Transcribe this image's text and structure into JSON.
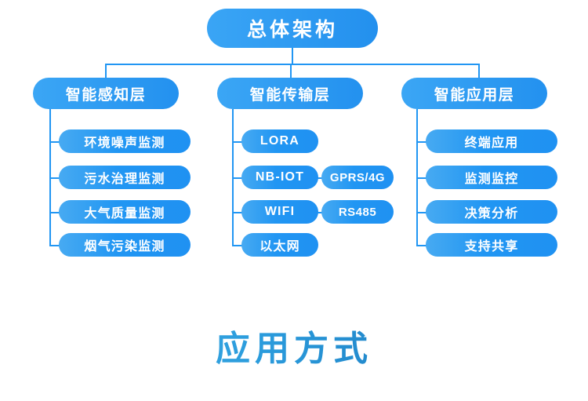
{
  "diagram": {
    "root": {
      "label": "总体架构"
    },
    "branches": [
      {
        "label": "智能感知层",
        "children": [
          {
            "label": "环境噪声监测"
          },
          {
            "label": "污水治理监测"
          },
          {
            "label": "大气质量监测"
          },
          {
            "label": "烟气污染监测"
          }
        ]
      },
      {
        "label": "智能传输层",
        "children": [
          {
            "label": "LORA"
          },
          {
            "label": "NB-IOT",
            "sibling": "GPRS/4G"
          },
          {
            "label": "WIFI",
            "sibling": "RS485"
          },
          {
            "label": "以太网"
          }
        ]
      },
      {
        "label": "智能应用层",
        "children": [
          {
            "label": "终端应用"
          },
          {
            "label": "监测监控"
          },
          {
            "label": "决策分析"
          },
          {
            "label": "支持共享"
          }
        ]
      }
    ]
  },
  "footer": {
    "title": "应用方式"
  },
  "colors": {
    "node_blue": "#2196f3",
    "node_blue_light": "#47aaf2",
    "connector": "#2196f3",
    "footer_gradient_start": "#4cb8e8",
    "footer_gradient_end": "#1569b0",
    "text_on_node": "#ffffff",
    "background": "#ffffff"
  }
}
